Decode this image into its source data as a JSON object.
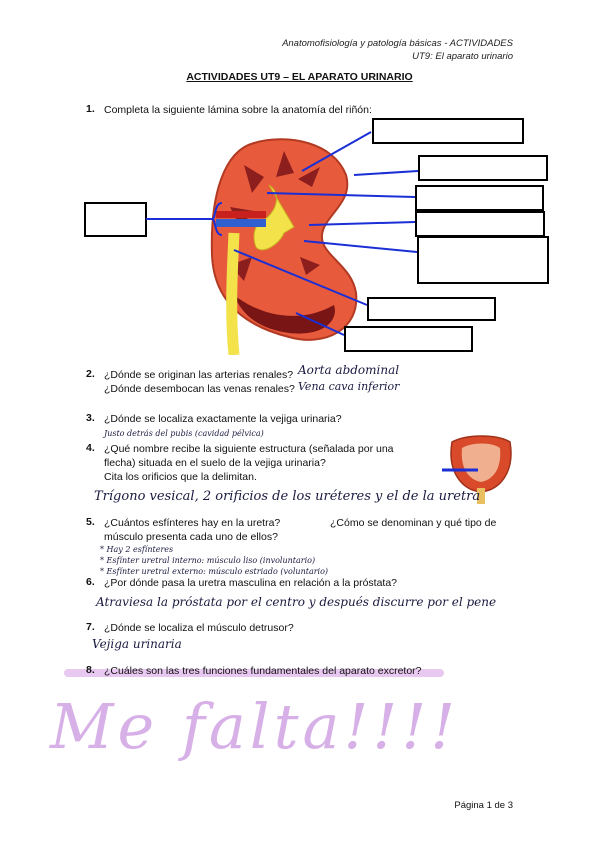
{
  "header": {
    "line1": "Anatomofisiología y patología básicas - ACTIVIDADES",
    "line2": "UT9: El aparato urinario"
  },
  "title": "ACTIVIDADES UT9 – EL APARATO URINARIO",
  "questions": {
    "q1": {
      "num": "1.",
      "text": "Completa la siguiente lámina sobre la anatomía del riñón:"
    },
    "q2": {
      "num": "2.",
      "line1": "¿Dónde se originan las arterias renales?",
      "ans1": "Aorta abdominal",
      "line2": "¿Dónde desembocan las venas renales?",
      "ans2": "Vena cava inferior"
    },
    "q3": {
      "num": "3.",
      "text": "¿Dónde se localiza exactamente la vejiga urinaria?",
      "ans": "Justo detrás del pubis (cavidad pélvica)"
    },
    "q4": {
      "num": "4.",
      "line1": "¿Qué nombre recibe la siguiente estructura (señalada por una",
      "line2": "flecha) situada en el suelo de la vejiga urinaria?",
      "line3": "Cita los orificios que la delimitan.",
      "ans": "Trígono vesical, 2 orificios de los uréteres y el de la uretra"
    },
    "q5": {
      "num": "5.",
      "line1a": "¿Cuántos esfínteres hay en la uretra?",
      "line1b": "¿Cómo se denominan y qué tipo de",
      "line2": "músculo presenta cada uno de ellos?",
      "ans1": "* Hay 2 esfínteres",
      "ans2": "* Esfínter uretral interno: músculo liso (involuntario)",
      "ans3": "* Esfínter uretral externo: músculo estriado (voluntario)"
    },
    "q6": {
      "num": "6.",
      "text": "¿Por dónde pasa la uretra masculina en relación a la próstata?",
      "ans": "Atraviesa la próstata por el centro y después discurre por el pene"
    },
    "q7": {
      "num": "7.",
      "text": "¿Dónde se localiza el músculo detrusor?",
      "ans": "Vejiga urinaria"
    },
    "q8": {
      "num": "8.",
      "text": "¿Cuáles son las tres funciones fundamentales del aparato excretor?"
    }
  },
  "scribble": "Me falta!!!!",
  "footer": "Página 1 de 3",
  "colors": {
    "arrow": "#1a2fd6",
    "highlight": "#e8c8f0",
    "kidney": "#e85a3c",
    "medulla": "#8c1e1e"
  }
}
